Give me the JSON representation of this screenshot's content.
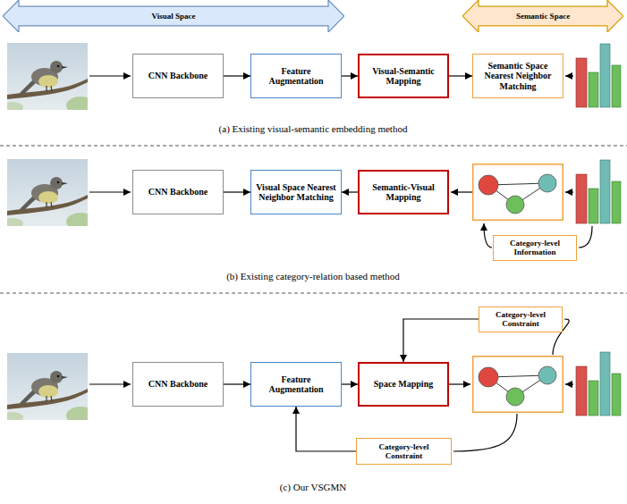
{
  "diagram": {
    "nodes": [
      {
        "text": [
          "Visual Space"
        ]
      },
      {
        "text": [
          "Semantic Space"
        ]
      },
      {
        "text": [
          "CNN Backbone"
        ]
      },
      {
        "text": [
          "Feature Augmentation"
        ]
      },
      {
        "text": [
          "Visual-Semantic Mapping"
        ]
      },
      {
        "text": [
          "Semantic Space Nearest Neighbor Matching"
        ]
      },
      {
        "text": [
          "CNN Backbone"
        ]
      },
      {
        "text": [
          "Visual Space Nearest Neighbor Matching"
        ]
      },
      {
        "text": [
          "Semantic-Visual Mapping"
        ]
      },
      {
        "text": [
          "Category-level Information"
        ]
      },
      {
        "text": [
          "Category-level Constraint"
        ]
      },
      {
        "text": [
          "CNN Backbone"
        ]
      },
      {
        "text": [
          "Feature Augmentation"
        ]
      },
      {
        "text": [
          "Space Mapping"
        ]
      },
      {
        "text": [
          "Category-level Constraint"
        ]
      }
    ],
    "edges": [
      {
        "from": 2,
        "to": 3,
        "arrow": "to"
      },
      {
        "from": 3,
        "to": 4,
        "arrow": "to"
      },
      {
        "from": 4,
        "to": 5,
        "arrow": "to"
      },
      {
        "from": 6,
        "to": 7,
        "arrow": "to"
      },
      {
        "from": 8,
        "to": 7,
        "arrow": "to"
      },
      {
        "from": 10,
        "to": 13,
        "arrow": "to"
      },
      {
        "from": 11,
        "to": 12,
        "arrow": "to"
      },
      {
        "from": 12,
        "to": 13,
        "arrow": "to"
      },
      {
        "from": 14,
        "to": 12,
        "arrow": "to"
      }
    ],
    "labels": [
      "(a) Existing visual-semantic embedding method",
      "(b) Existing category-relation based method",
      "(c) Our VSGMN"
    ]
  }
}
